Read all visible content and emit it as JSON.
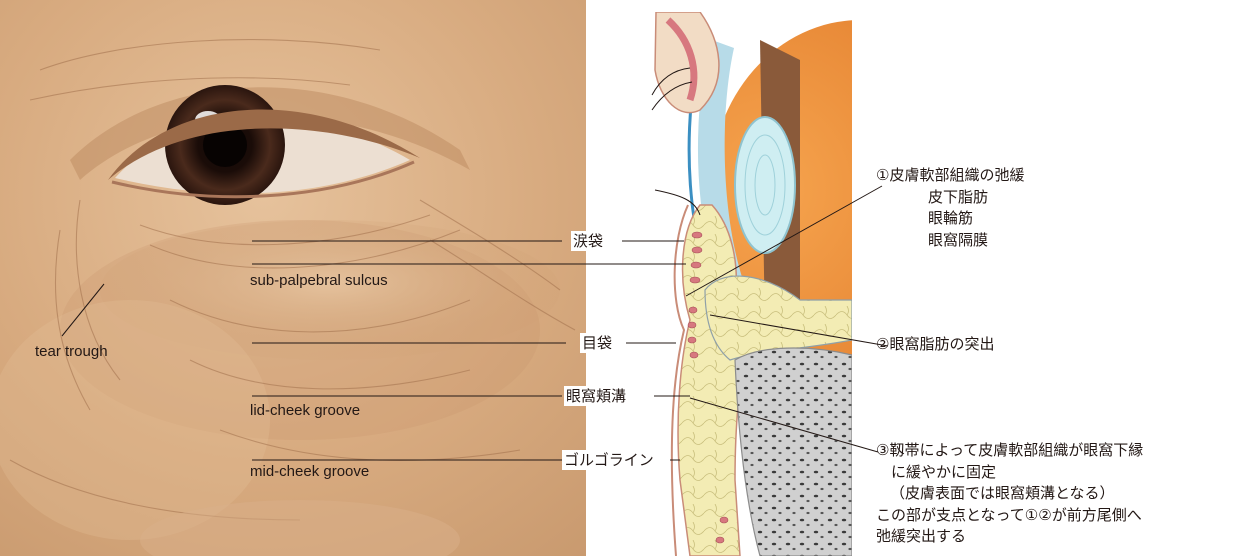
{
  "photo_labels": {
    "tear_trough": "tear trough",
    "sub_palpebral_sulcus": "sub-palpebral sulcus",
    "lid_cheek_groove": "lid-cheek groove",
    "mid_cheek_groove": "mid-cheek groove"
  },
  "center_labels": {
    "namida_bukuro": "涙袋",
    "me_bukuro": "目袋",
    "ganka_kyoko": "眼窩頬溝",
    "golgo_line": "ゴルゴライン"
  },
  "notes": {
    "note1": {
      "title": "①皮膚軟部組織の弛緩",
      "items": [
        "皮下脂肪",
        "眼輪筋",
        "眼窩隔膜"
      ]
    },
    "note2": "②眼窩脂肪の突出",
    "note3": [
      "③靱帯によって皮膚軟部組織が眼窩下縁",
      "　に緩やかに固定",
      "（皮膚表面では眼窩頬溝となる）",
      "この部が支点となって①②が前方尾側へ",
      "弛緩突出する"
    ]
  },
  "colors": {
    "skin": "#d9ae84",
    "skin_shadow": "#b98659",
    "iris": "#3b2219",
    "sclera": "#eee6dc",
    "fat": "#f2eab0",
    "muscle": "#d7787f",
    "bone": "#d2d2d2",
    "eyeball": "#f08f3c",
    "cornea": "#bfe3ec",
    "line": "#231815"
  }
}
